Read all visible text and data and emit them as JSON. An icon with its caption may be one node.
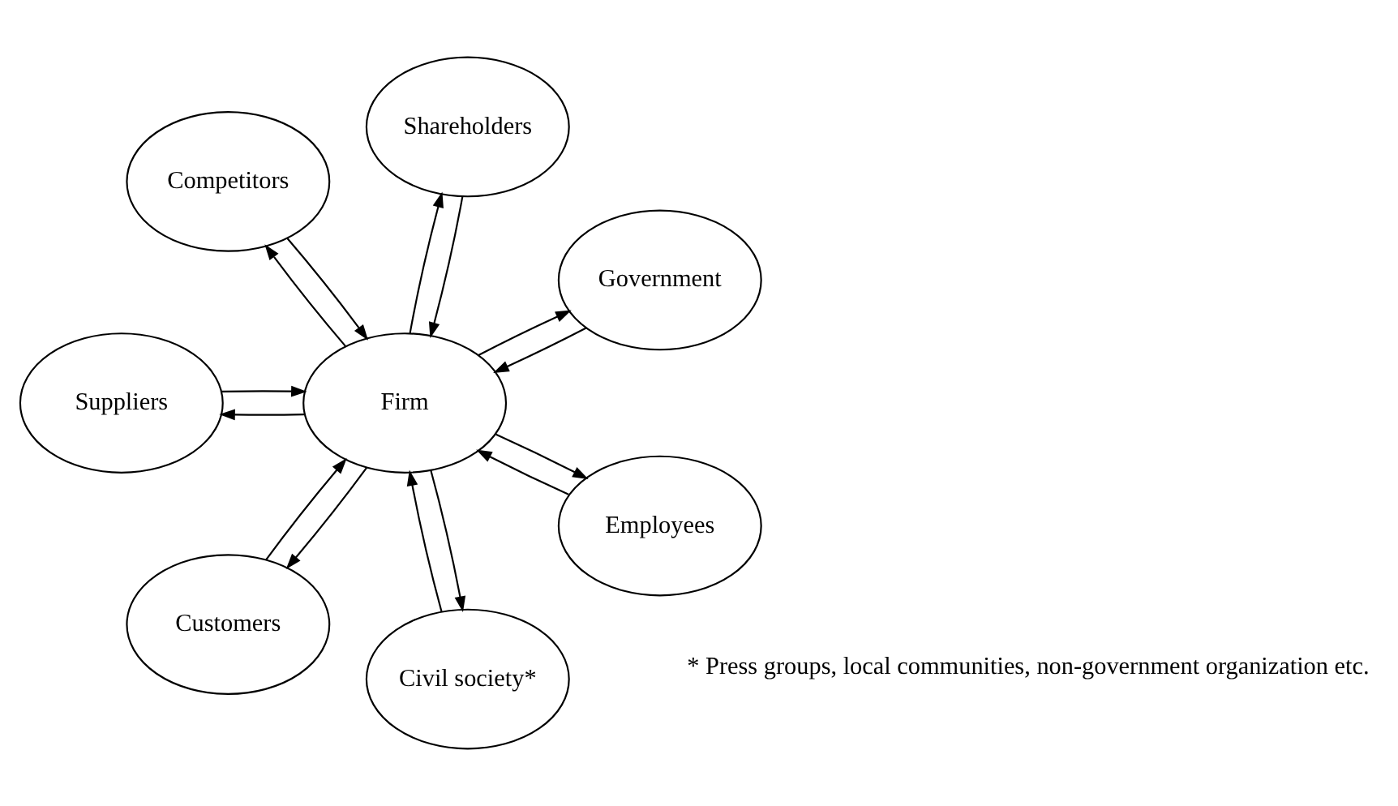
{
  "diagram": {
    "nodes": [
      {
        "text": [
          "Government"
        ]
      },
      {
        "text": [
          "Shareholders"
        ]
      },
      {
        "text": [
          "Competitors"
        ]
      },
      {
        "text": [
          "Suppliers"
        ]
      },
      {
        "text": [
          "Firm"
        ]
      },
      {
        "text": [
          "Customers"
        ]
      },
      {
        "text": [
          "Civil society*"
        ]
      },
      {
        "text": [
          "Employees"
        ]
      }
    ],
    "edges": [
      {
        "from": 4,
        "to": 0,
        "arrow": "to"
      },
      {
        "from": 0,
        "to": 4,
        "arrow": "to"
      },
      {
        "from": 1,
        "to": 4,
        "arrow": "to"
      },
      {
        "from": 4,
        "to": 1,
        "arrow": "to"
      },
      {
        "from": 4,
        "to": 2,
        "arrow": "to"
      },
      {
        "from": 2,
        "to": 4,
        "arrow": "to"
      },
      {
        "from": 3,
        "to": 4,
        "arrow": "to"
      },
      {
        "from": 4,
        "to": 3,
        "arrow": "to"
      },
      {
        "from": 4,
        "to": 5,
        "arrow": "to"
      },
      {
        "from": 5,
        "to": 4,
        "arrow": "to"
      },
      {
        "from": 6,
        "to": 4,
        "arrow": "to"
      },
      {
        "from": 4,
        "to": 6,
        "arrow": "to"
      },
      {
        "from": 4,
        "to": 7,
        "arrow": "to"
      },
      {
        "from": 7,
        "to": 4,
        "arrow": "to"
      }
    ],
    "labels": [
      "* Press groups, local communities, non-government organization etc."
    ]
  }
}
